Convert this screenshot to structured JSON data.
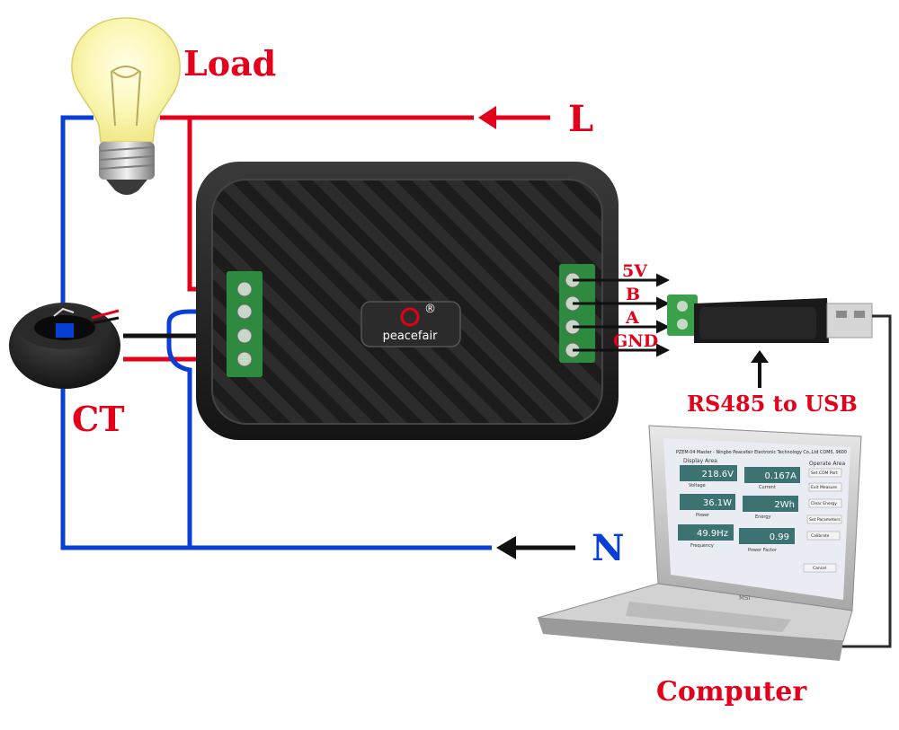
{
  "labels": {
    "load": "Load",
    "live": "L",
    "neutral": "N",
    "ct": "CT",
    "rs485": "RS485 to USB",
    "computer": "Computer"
  },
  "device": {
    "brand": "peacefair",
    "registered": "®"
  },
  "pins": [
    "5V",
    "B",
    "A",
    "GND"
  ],
  "screen": {
    "window_title": "PZEM-04 Master - Ningbo Peacefair Electronic Technology Co.,Ltd  COM5, 9600",
    "display_area": "Display Area",
    "operate_area": "Operate Area",
    "readings": [
      {
        "value": "218.6V",
        "caption": "Voltage"
      },
      {
        "value": "0.167A",
        "caption": "Current"
      },
      {
        "value": "36.1W",
        "caption": "Power"
      },
      {
        "value": "2Wh",
        "caption": "Energy"
      },
      {
        "value": "49.9Hz",
        "caption": "Frequency"
      },
      {
        "value": "0.99",
        "caption": "Power Factor"
      }
    ],
    "buttons": [
      "Set COM Port",
      "Exit Measure",
      "Clear Energy",
      "Set Parameters",
      "Calibrate",
      "Cancel"
    ]
  },
  "laptop": {
    "badge": "MSI"
  },
  "colors": {
    "live": "#e3001b",
    "neutral": "#0a3fd6",
    "signal": "#111111",
    "usb_cable": "#2a2a2a",
    "lcd": "#3d7272",
    "terminal": "#2e8a3f"
  }
}
